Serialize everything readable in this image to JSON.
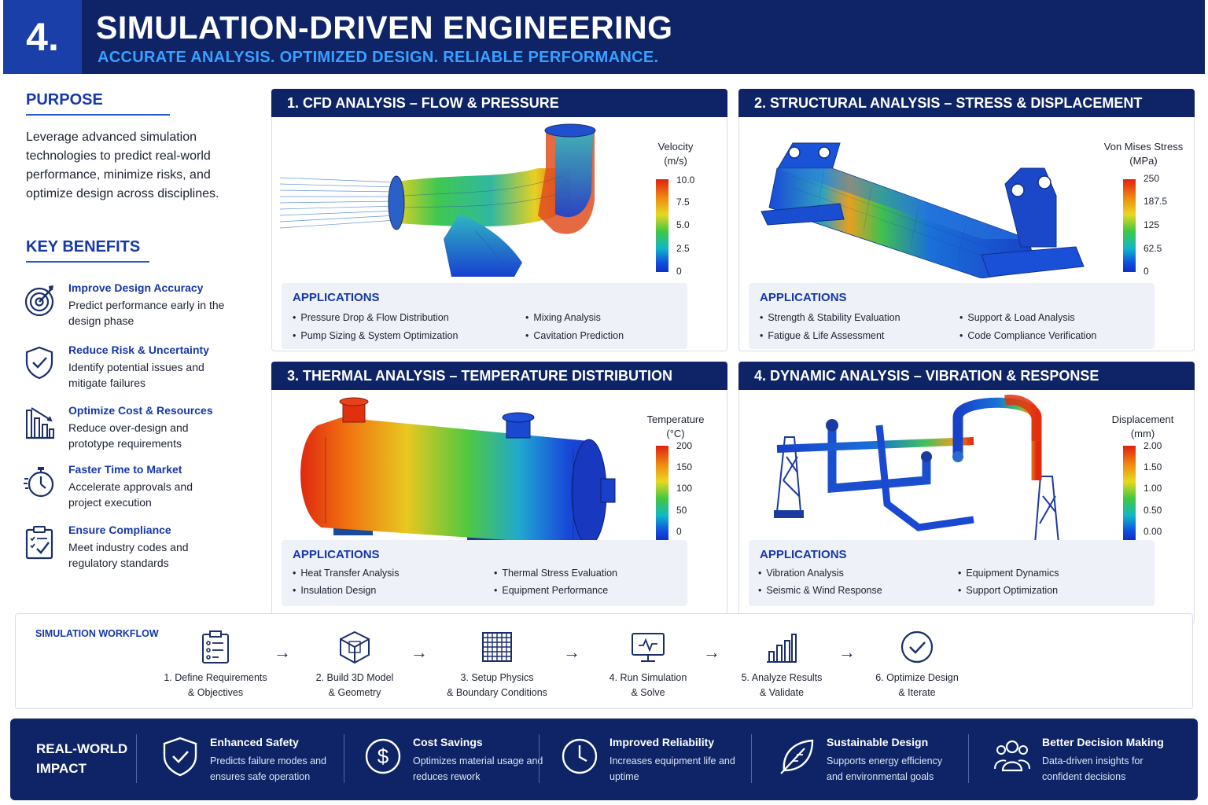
{
  "header": {
    "number": "4.",
    "title": "SIMULATION-DRIVEN ENGINEERING",
    "subtitle": "ACCURATE ANALYSIS. OPTIMIZED DESIGN. RELIABLE PERFORMANCE."
  },
  "purpose": {
    "title": "PURPOSE",
    "text": "Leverage advanced simulation technologies to predict real-world performance, minimize risks, and optimize design across disciplines."
  },
  "key_benefits": {
    "title": "KEY BENEFITS",
    "items": [
      {
        "title": "Improve Design Accuracy",
        "desc": "Predict performance early in the design phase",
        "icon": "target-icon"
      },
      {
        "title": "Reduce Risk & Uncertainty",
        "desc": "Identify potential issues and mitigate failures",
        "icon": "shield-check-icon"
      },
      {
        "title": "Optimize Cost & Resources",
        "desc": "Reduce over-design and prototype requirements",
        "icon": "bar-chart-down-icon"
      },
      {
        "title": "Faster Time to Market",
        "desc": "Accelerate approvals and project execution",
        "icon": "stopwatch-icon"
      },
      {
        "title": "Ensure Compliance",
        "desc": "Meet industry codes and regulatory standards",
        "icon": "clipboard-check-icon"
      }
    ]
  },
  "panels": [
    {
      "title": "1. CFD ANALYSIS – FLOW & PRESSURE",
      "legend_title_1": "Velocity",
      "legend_title_2": "(m/s)",
      "ticks": [
        "10.0",
        "7.5",
        "5.0",
        "2.5",
        "0"
      ],
      "apps_title": "APPLICATIONS",
      "apps": [
        "Pressure Drop & Flow Distribution",
        "Pump Sizing & System Optimization",
        "Mixing Analysis",
        "Cavitation Prediction"
      ]
    },
    {
      "title": "2. STRUCTURAL ANALYSIS – STRESS & DISPLACEMENT",
      "legend_title_1": "Von Mises Stress",
      "legend_title_2": "(MPa)",
      "ticks": [
        "250",
        "187.5",
        "125",
        "62.5",
        "0"
      ],
      "apps_title": "APPLICATIONS",
      "apps": [
        "Strength & Stability Evaluation",
        "Fatigue & Life Assessment",
        "Support & Load Analysis",
        "Code Compliance Verification"
      ]
    },
    {
      "title": "3. THERMAL ANALYSIS – TEMPERATURE DISTRIBUTION",
      "legend_title_1": "Temperature",
      "legend_title_2": "(°C)",
      "ticks": [
        "200",
        "150",
        "100",
        "50",
        "0"
      ],
      "apps_title": "APPLICATIONS",
      "apps": [
        "Heat Transfer Analysis",
        "Insulation Design",
        "Thermal Stress Evaluation",
        "Equipment Performance"
      ]
    },
    {
      "title": "4. DYNAMIC ANALYSIS – VIBRATION & RESPONSE",
      "legend_title_1": "Displacement",
      "legend_title_2": "(mm)",
      "ticks": [
        "2.00",
        "1.50",
        "1.00",
        "0.50",
        "0.00"
      ],
      "apps_title": "APPLICATIONS",
      "apps": [
        "Vibration Analysis",
        "Seismic & Wind Response",
        "Equipment Dynamics",
        "Support Optimization"
      ]
    }
  ],
  "workflow": {
    "title": "SIMULATION WORKFLOW",
    "steps": [
      {
        "l1": "1. Define Requirements",
        "l2": "& Objectives",
        "icon": "checklist-icon"
      },
      {
        "l1": "2. Build 3D Model",
        "l2": "& Geometry",
        "icon": "cube-icon"
      },
      {
        "l1": "3. Setup Physics",
        "l2": "& Boundary Conditions",
        "icon": "grid-mesh-icon"
      },
      {
        "l1": "4. Run Simulation",
        "l2": "& Solve",
        "icon": "monitor-icon"
      },
      {
        "l1": "5. Analyze Results",
        "l2": "& Validate",
        "icon": "bar-chart-icon"
      },
      {
        "l1": "6. Optimize Design",
        "l2": "& Iterate",
        "icon": "check-circle-icon"
      }
    ],
    "arrow": "→"
  },
  "impact": {
    "title_1": "REAL-WORLD",
    "title_2": "IMPACT",
    "items": [
      {
        "title": "Enhanced Safety",
        "desc": "Predicts failure modes and ensures safe operation",
        "icon": "shield-check-icon"
      },
      {
        "title": "Cost Savings",
        "desc": "Optimizes material usage and reduces rework",
        "icon": "dollar-icon"
      },
      {
        "title": "Improved Reliability",
        "desc": "Increases equipment life and uptime",
        "icon": "clock-icon"
      },
      {
        "title": "Sustainable Design",
        "desc": "Supports energy efficiency and environmental goals",
        "icon": "leaf-icon"
      },
      {
        "title": "Better Decision Making",
        "desc": "Data-driven insights for confident decisions",
        "icon": "team-icon"
      }
    ]
  },
  "colors": {
    "navy": "#0e2466",
    "accent_blue": "#1638a8",
    "light_blue": "#3aa0ff"
  }
}
